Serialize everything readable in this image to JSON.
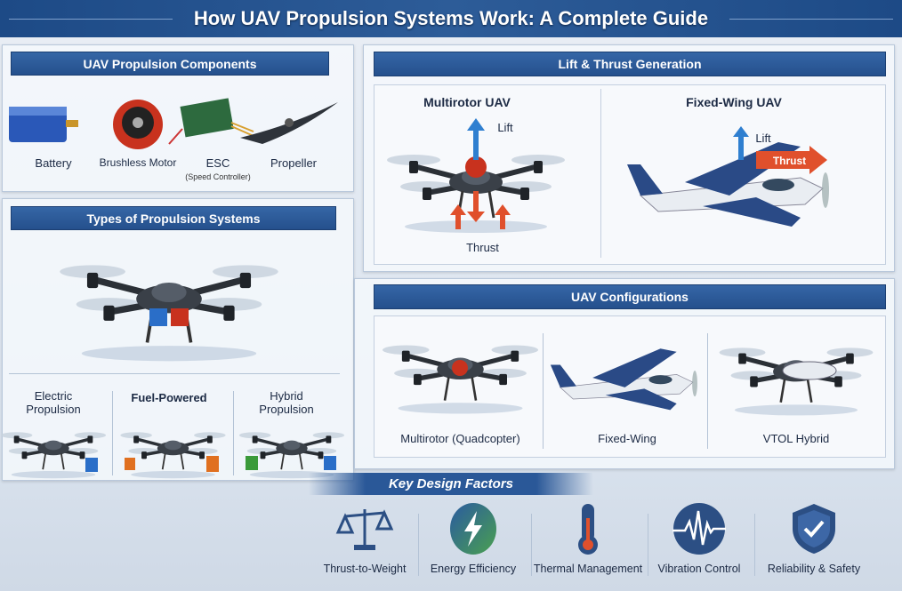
{
  "title": "How UAV Propulsion Systems Work: A Complete Guide",
  "components": {
    "header": "UAV Propulsion Components",
    "items": [
      {
        "label": "Battery",
        "icon": "battery-icon"
      },
      {
        "label": "Brushless Motor",
        "icon": "motor-icon"
      },
      {
        "label": "ESC",
        "sublabel": "(Speed Controller)",
        "icon": "esc-board-icon"
      },
      {
        "label": "Propeller",
        "icon": "propeller-icon"
      }
    ]
  },
  "types": {
    "header": "Types of Propulsion Systems",
    "items": [
      {
        "label": "Electric Propulsion"
      },
      {
        "label": "Fuel-Powered"
      },
      {
        "label": "Hybrid Propulsion"
      }
    ]
  },
  "lift": {
    "header": "Lift & Thrust Generation",
    "multirotor": {
      "title": "Multirotor UAV",
      "lift": "Lift",
      "thrust": "Thrust"
    },
    "fixedwing": {
      "title": "Fixed-Wing UAV",
      "lift": "Lift",
      "thrust": "Thrust"
    }
  },
  "configs": {
    "header": "UAV Configurations",
    "items": [
      {
        "label": "Multirotor (Quadcopter)"
      },
      {
        "label": "Fixed-Wing"
      },
      {
        "label": "VTOL Hybrid"
      }
    ]
  },
  "design": {
    "header": "Key Design Factors",
    "items": [
      {
        "label": "Thrust-to-Weight",
        "icon": "balance-scale-icon"
      },
      {
        "label": "Energy Efficiency",
        "icon": "lightning-bolt-icon"
      },
      {
        "label": "Thermal Management",
        "icon": "thermometer-icon"
      },
      {
        "label": "Vibration Control",
        "icon": "waveform-icon"
      },
      {
        "label": "Reliability & Safety",
        "icon": "shield-check-icon"
      }
    ]
  },
  "colors": {
    "primary": "#25508d",
    "lift_arrow": "#2f7fd0",
    "thrust_arrow": "#e0502c",
    "accent_red": "#c8321e"
  }
}
